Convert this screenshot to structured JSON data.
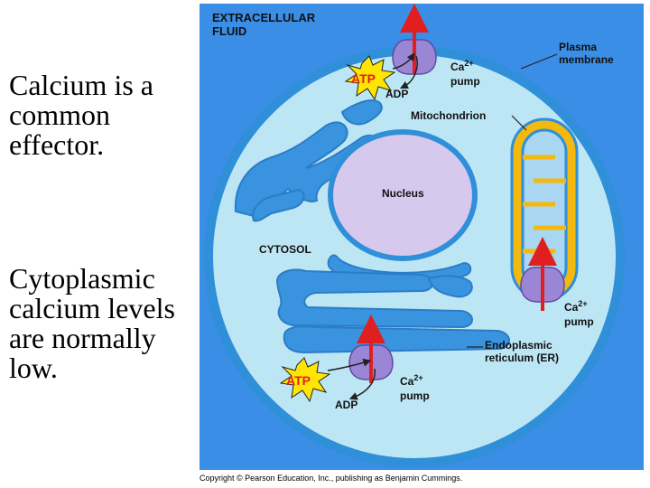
{
  "slide": {
    "text_block_1": [
      "Calcium is a",
      "common",
      "effector."
    ],
    "text_block_2": [
      "Cytoplasmic",
      "calcium levels",
      "are normally",
      "low."
    ]
  },
  "figure": {
    "labels": {
      "extracellular_fluid": [
        "EXTRACELLULAR",
        "FLUID"
      ],
      "plasma_membrane": [
        "Plasma",
        "membrane"
      ],
      "mitochondrion": "Mitochondrion",
      "nucleus": "Nucleus",
      "cytosol": "CYTOSOL",
      "er": [
        "Endoplasmic",
        "reticulum (ER)"
      ],
      "atp": "ATP",
      "adp": "ADP",
      "ca_pump_base": "Ca",
      "ca_pump_sup": "2+",
      "ca_pump_word": "pump"
    },
    "copyright": "Copyright © Pearson Education, Inc., publishing as Benjamin Cummings.",
    "colors": {
      "background": "#3a8ee6",
      "cytosol": "#bde6f4",
      "membrane": "#2f8fd8",
      "nucleus": "#d7c8ee",
      "mitochondrion": "#f4b90f",
      "pump": "#9b86d6",
      "arrow": "#e02020",
      "atp": "#ffe600"
    }
  }
}
